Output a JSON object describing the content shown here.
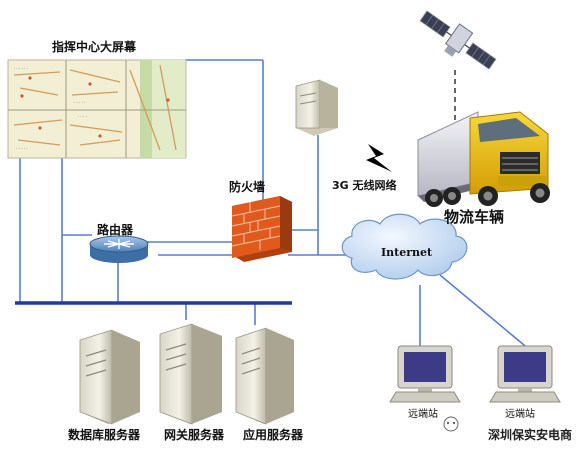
{
  "diagram": {
    "labels": {
      "screen_title": "指挥中心大屏幕",
      "router": "路由器",
      "firewall": "防火墙",
      "wireless": "3G 无线网络",
      "truck": "物流车辆",
      "internet": "Internet",
      "db_server": "数据库服务器",
      "gateway_server": "网关服务器",
      "app_server": "应用服务器",
      "remote_1": "远端站",
      "remote_2": "远端站"
    },
    "watermark": "深圳保实安电商",
    "colors": {
      "line": "#5a7dd4",
      "bus": "#223a9c",
      "firewall": "#e05a1e",
      "cloud": "#c7dcf3",
      "truck_cab": "#f2c410",
      "router": "#6e9fd0"
    }
  }
}
